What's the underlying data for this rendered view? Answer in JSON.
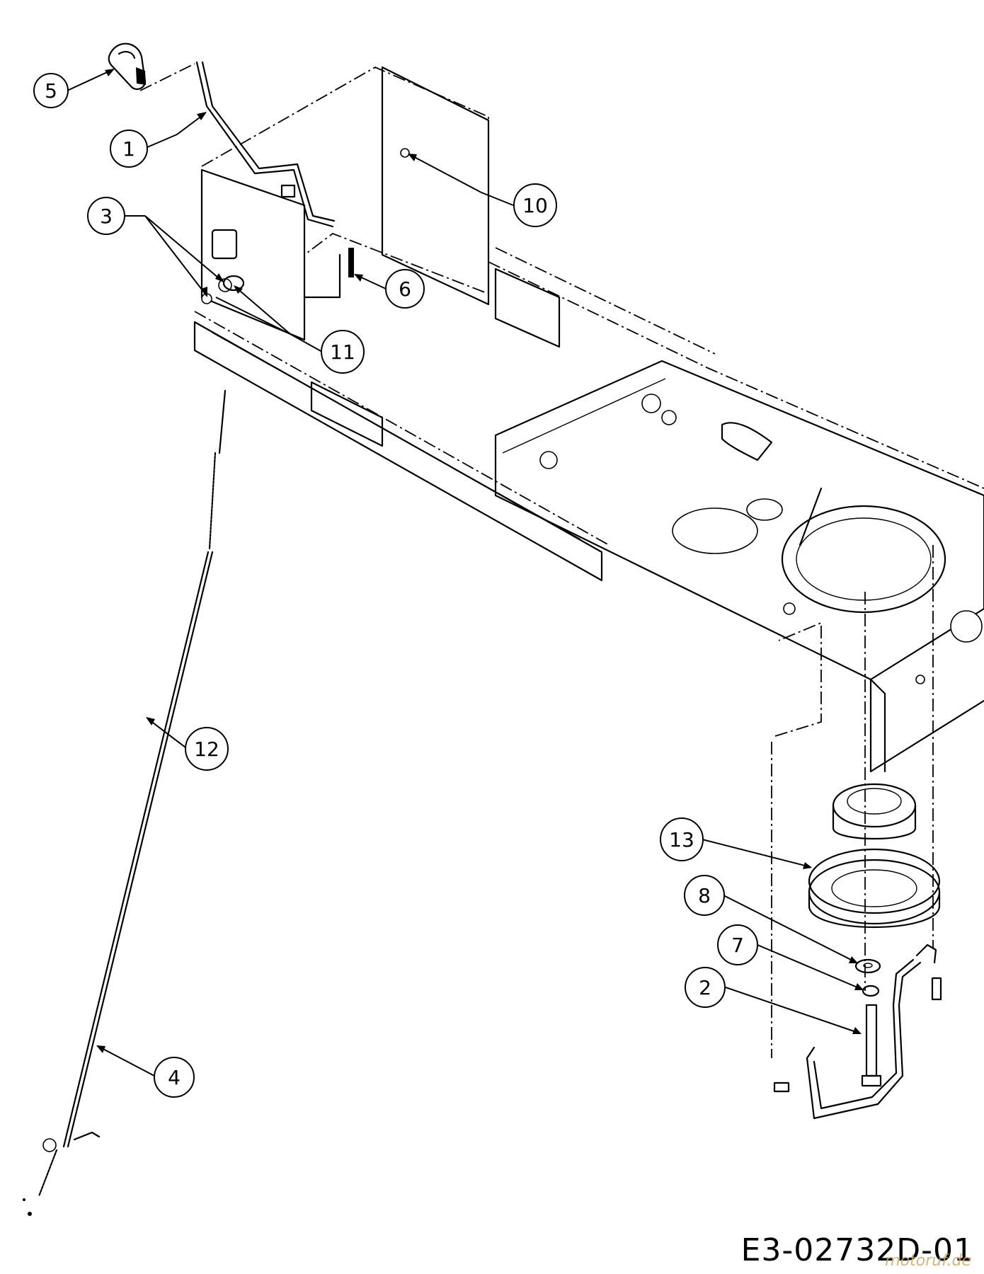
{
  "callouts": [
    {
      "id": "1",
      "label": "1"
    },
    {
      "id": "2",
      "label": "2"
    },
    {
      "id": "3",
      "label": "3"
    },
    {
      "id": "4",
      "label": "4"
    },
    {
      "id": "5",
      "label": "5"
    },
    {
      "id": "6",
      "label": "6"
    },
    {
      "id": "7",
      "label": "7"
    },
    {
      "id": "8",
      "label": "8"
    },
    {
      "id": "10",
      "label": "10"
    },
    {
      "id": "11",
      "label": "11"
    },
    {
      "id": "12",
      "label": "12"
    },
    {
      "id": "13",
      "label": "13"
    }
  ],
  "drawing_code": "E3-02732D-01",
  "watermark": "motoruf.de"
}
